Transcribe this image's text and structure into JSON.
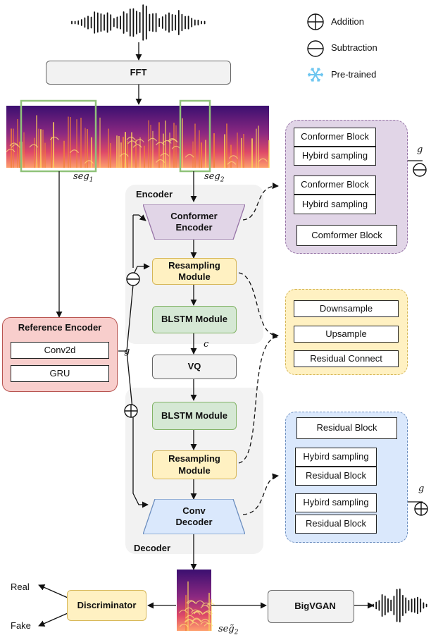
{
  "legend": {
    "addition": "Addition",
    "subtraction": "Subtraction",
    "pretrained": "Pre-trained"
  },
  "blocks": {
    "fft": "FFT",
    "conformer_encoder": "Conformer\nEncoder",
    "resampling_module_enc": "Resampling\nModule",
    "blstm_enc": "BLSTM Module",
    "vq": "VQ",
    "blstm_dec": "BLSTM Module",
    "resampling_module_dec": "Resampling\nModule",
    "conv_decoder": "Conv\nDecoder",
    "reference_encoder": "Reference Encoder",
    "conv2d": "Conv2d",
    "gru": "GRU",
    "discriminator": "Discriminator",
    "bigvgan": "BigVGAN"
  },
  "regions": {
    "encoder": "Encoder",
    "decoder": "Decoder"
  },
  "conformer_detail": {
    "items": [
      "Conformer Block",
      "Hybird sampling",
      "Conformer Block",
      "Hybird sampling",
      "Comformer Block"
    ]
  },
  "resampling_detail": {
    "items": [
      "Downsample",
      "Upsample",
      "Residual Connect"
    ]
  },
  "decoder_detail": {
    "items": [
      "Residual Block",
      "Hybird sampling",
      "Residual Block",
      "Hybird sampling",
      "Residual Block"
    ]
  },
  "symbols": {
    "g": "g",
    "c": "c",
    "seg1_base": "seg",
    "seg1_sub": "1",
    "seg2_base": "seg",
    "seg2_sub": "2",
    "seg2_tilde_base": "seg̃",
    "seg2_tilde_sub": "2"
  },
  "outputs": {
    "real": "Real",
    "fake": "Fake"
  },
  "colors": {
    "purple_panel": "#e1d5e7",
    "yellow_panel": "#fff1c2",
    "blue_panel": "#dae8fc",
    "red_panel": "#f8cecc",
    "green_block": "#d5e8d4",
    "snowflake": "#6ec6f0"
  },
  "icons": [
    "addition-icon",
    "subtraction-icon",
    "snowflake-icon",
    "waveform-icon",
    "spectrogram-image"
  ]
}
